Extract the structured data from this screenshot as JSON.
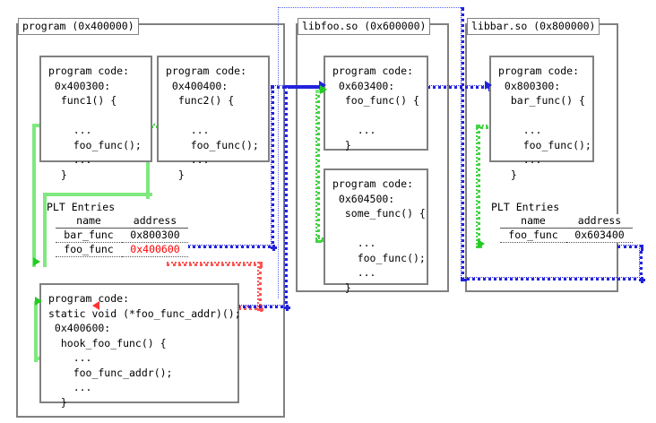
{
  "diagram": {
    "title": "PLT hooking across shared objects",
    "colors": {
      "panel_border": "#808080",
      "green_call": "#7fe87f",
      "green_dotted": "#44d244",
      "blue_dotted": "#2222dd",
      "red_dotted": "#ff5555",
      "red_text": "#ff0000"
    }
  },
  "modules": {
    "program": {
      "title": "program (0x400000)",
      "code_blocks": [
        {
          "name": "func1-block",
          "text": "program code:\n 0x400300:\n  func1() {\n\n    ...\n    foo_func();\n    ...\n  }"
        },
        {
          "name": "func2-block",
          "text": "program code:\n 0x400400:\n  func2() {\n\n    ...\n    foo_func();\n    ...\n  }"
        },
        {
          "name": "hook-block",
          "line1": "program code:",
          "line2": "static void (*foo_func_addr)();",
          "line3": " 0x400600:",
          "line4": "  hook_foo_func() {",
          "line5": "",
          "line6": "    ...",
          "line7": "    foo_func_addr();",
          "line8": "    ...",
          "line9": "  }"
        }
      ],
      "plt": {
        "caption": "PLT Entries",
        "columns": [
          "name",
          "address"
        ],
        "rows": [
          {
            "name": "bar_func",
            "address": "0x800300",
            "highlight": false
          },
          {
            "name": "foo_func",
            "address": "0x400600",
            "highlight": true
          }
        ]
      }
    },
    "libfoo": {
      "title": "libfoo.so (0x600000)",
      "code_blocks": [
        {
          "name": "foo-func-block",
          "text": "program code:\n 0x603400:\n  foo_func() {\n\n    ...\n  }"
        },
        {
          "name": "some-func-block",
          "text": "program code:\n 0x604500:\n  some_func() {\n\n    ...\n    foo_func();\n    ...\n  }"
        }
      ]
    },
    "libbar": {
      "title": "libbar.so (0x800000)",
      "code_blocks": [
        {
          "name": "bar-func-block",
          "text": "program code:\n 0x800300:\n  bar_func() {\n\n    ...\n    foo_func();\n    ...\n  }"
        }
      ],
      "plt": {
        "caption": "PLT Entries",
        "columns": [
          "name",
          "address"
        ],
        "rows": [
          {
            "name": "foo_func",
            "address": "0x603400",
            "highlight": false
          }
        ]
      }
    }
  }
}
